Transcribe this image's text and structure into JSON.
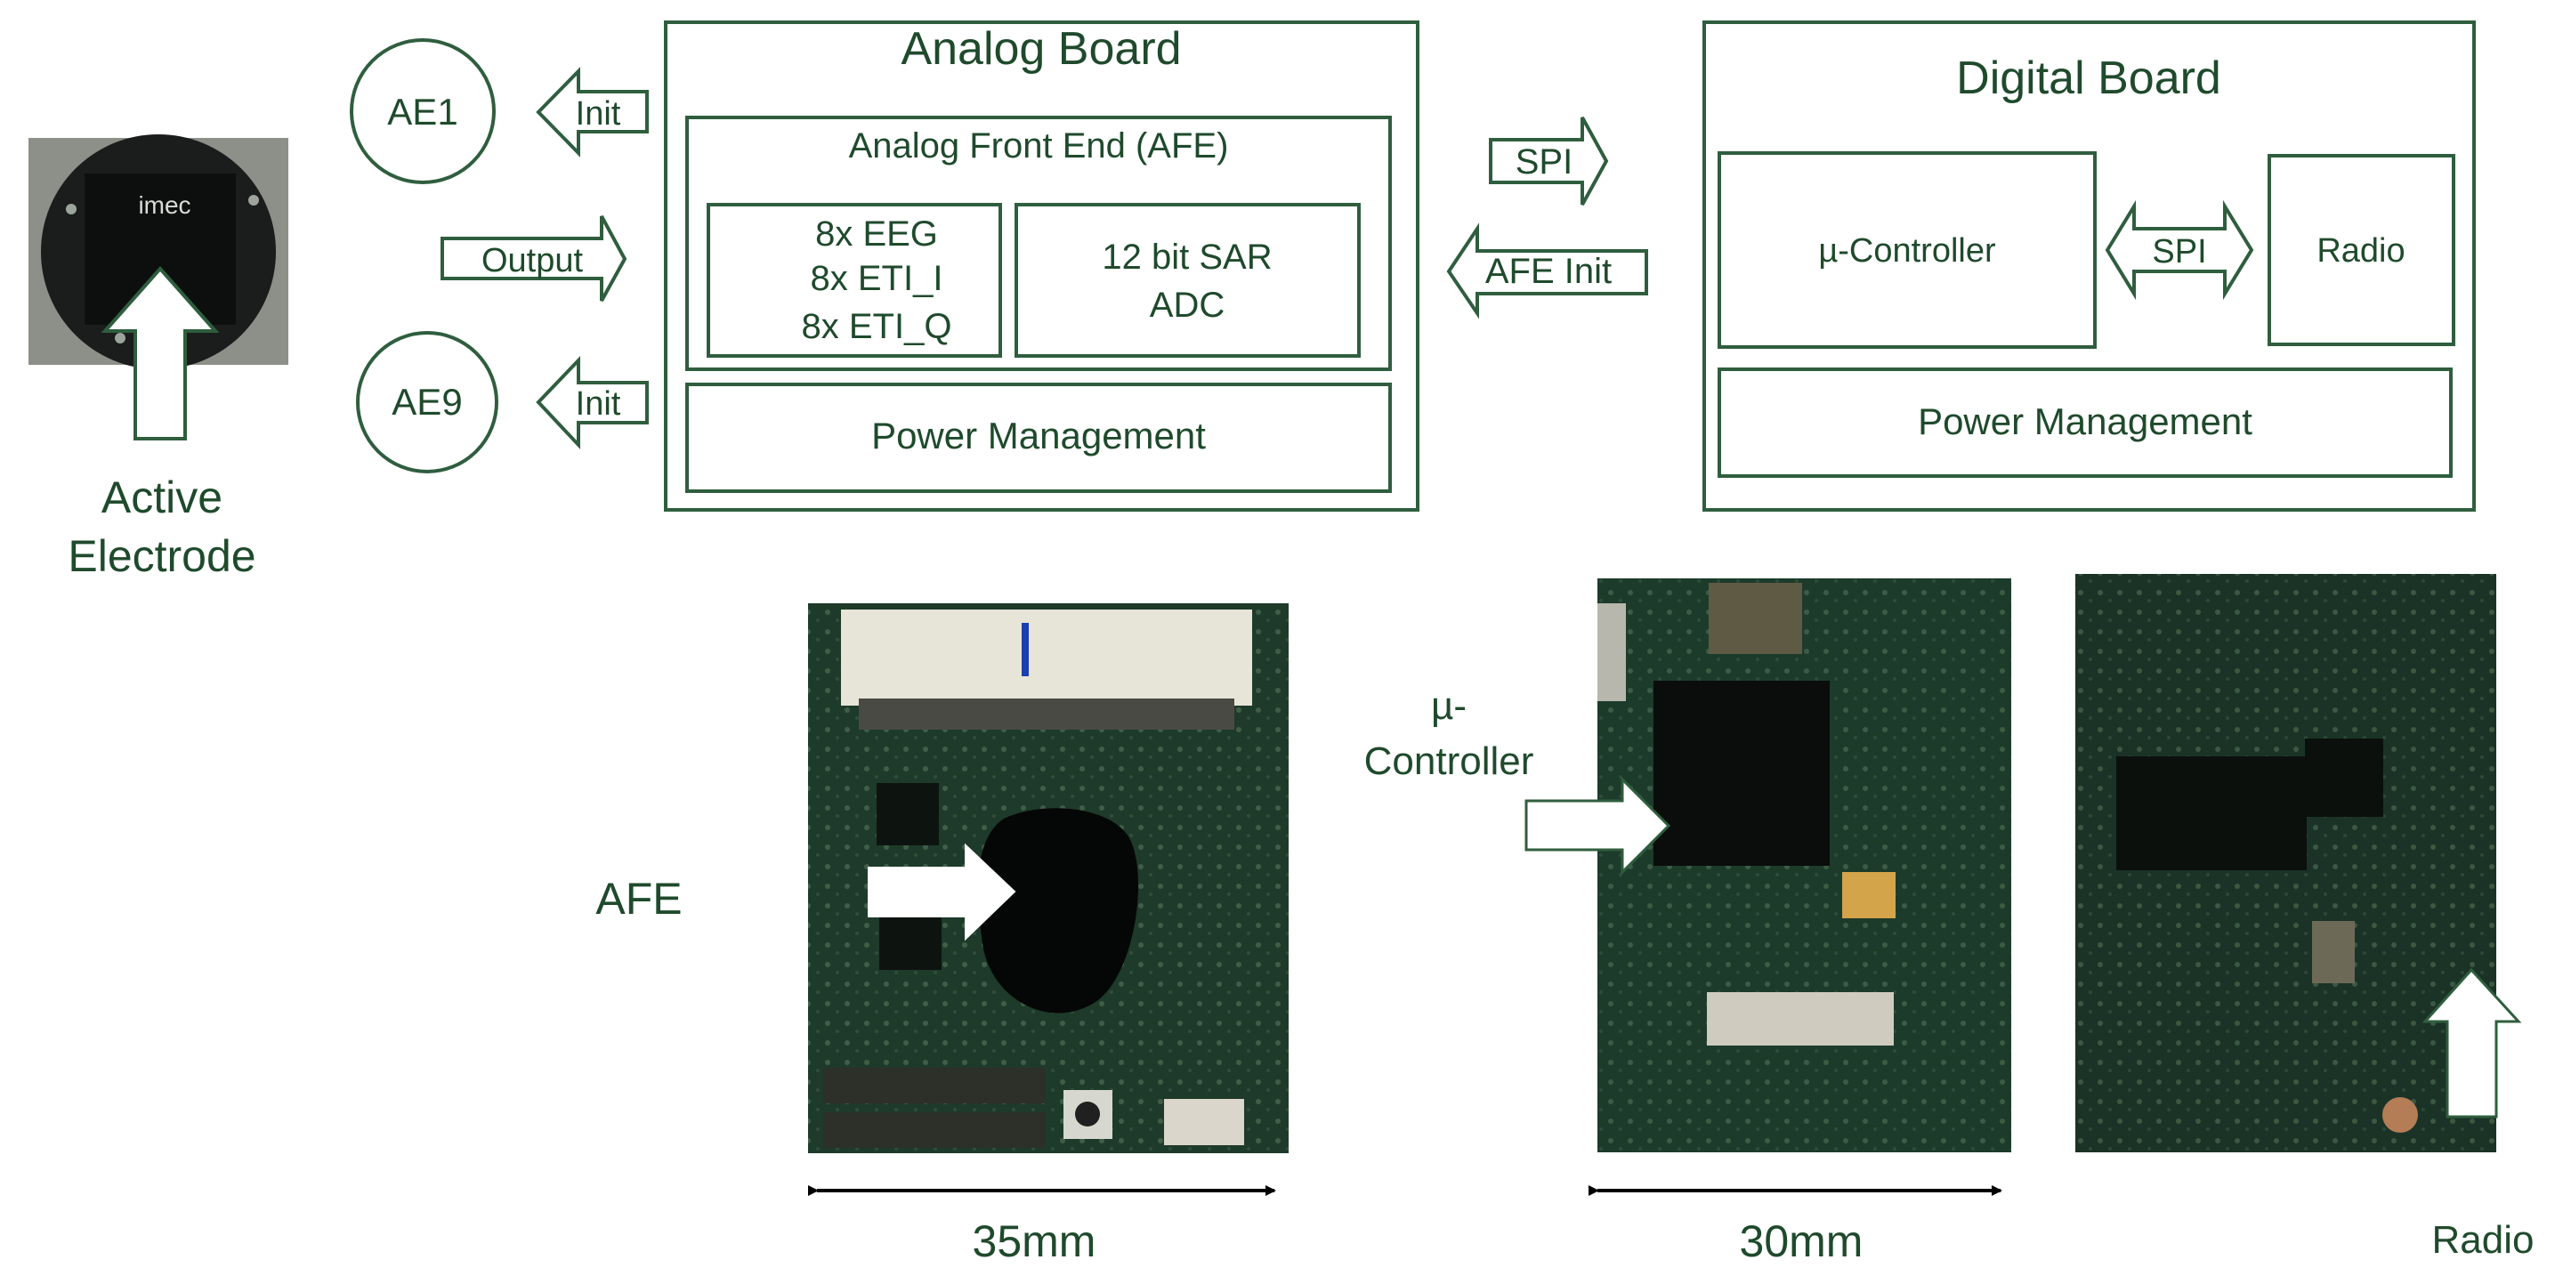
{
  "colors": {
    "ink": "#2f5e3e",
    "text": "#1f4a2c",
    "pcb": "#1e3a2a",
    "pcb_dark": "#111c14",
    "background": "#ffffff"
  },
  "electrode": {
    "label_line1": "Active",
    "label_line2": "Electrode",
    "chip_text": "imec"
  },
  "electrodes": {
    "ae1": "AE1",
    "ae9": "AE9",
    "init_top": "Init",
    "init_bottom": "Init",
    "output": "Output"
  },
  "analog_board": {
    "title": "Analog Board",
    "afe_title": "Analog Front End (AFE)",
    "channels": [
      "8x EEG",
      "8x ETI_I",
      "8x ETI_Q"
    ],
    "adc_line1": "12 bit SAR",
    "adc_line2": "ADC",
    "power": "Power Management"
  },
  "links": {
    "spi": "SPI",
    "afe_init": "AFE Init"
  },
  "digital_board": {
    "title": "Digital Board",
    "controller": "µ-Controller",
    "spi": "SPI",
    "radio": "Radio",
    "power": "Power Management"
  },
  "photos": {
    "afe_label": "AFE",
    "controller_label_line1": "µ-",
    "controller_label_line2": "Controller",
    "radio_label": "Radio",
    "afe_width": "35mm",
    "digital_width": "30mm"
  }
}
